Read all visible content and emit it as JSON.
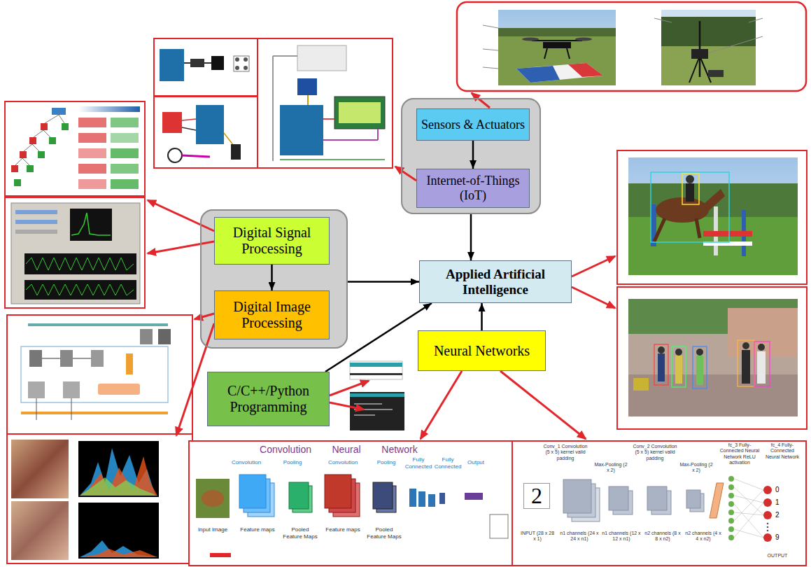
{
  "diagram": {
    "nodes": [
      {
        "text": []
      },
      {
        "text": [
          "Sensors & Actuators"
        ],
        "in": 0
      },
      {
        "text": [
          "Internet-of-Things (IoT)"
        ],
        "in": 0
      },
      {
        "text": []
      },
      {
        "text": [
          "Digital Signal Processing"
        ],
        "in": 3
      },
      {
        "text": [
          "Digital Image Processing"
        ],
        "in": 3
      },
      {
        "text": [
          "Applied Artificial Intelligence"
        ]
      },
      {
        "text": [
          "Neural Networks"
        ]
      },
      {
        "text": [
          "C/C++/Python Programming"
        ]
      }
    ],
    "edges": [
      {
        "from": 1,
        "to": 2,
        "arrow": "to"
      },
      {
        "from": 0,
        "to": 6,
        "arrow": "to"
      },
      {
        "from": 4,
        "to": 5,
        "arrow": "to"
      },
      {
        "from": 3,
        "to": 6,
        "arrow": "to"
      },
      {
        "from": 8,
        "to": 6,
        "arrow": "to"
      },
      {
        "from": 7,
        "to": 6,
        "arrow": "to"
      }
    ],
    "labels": [
      "Convolution",
      "Neural",
      "Network",
      "Convolution",
      "Pooling",
      "Convolution",
      "Pooling",
      "Fully Connected",
      "Fully Connected",
      "Output",
      "Input Image",
      "Feature maps",
      "Pooled Feature Maps",
      "Feature maps",
      "Pooled Feature Maps",
      "Conv_1 Convolution (5 x 5) kernel valid padding",
      "Max-Pooling (2 x 2)",
      "Conv_2 Convolution (5 x 5) kernel valid padding",
      "Max-Pooling (2 x 2)",
      "fc_3 Fully-Connected Neural Network ReLU activation",
      "fc_4 Fully-Connected Neural Network",
      "2",
      "0",
      "1",
      "2",
      "9",
      "INPUT (28 x 28 x 1)",
      "n1 channels (24 x 24 x n1)",
      "n1 channels (12 x 12 x n1)",
      "n2 channels (8 x 8 x n2)",
      "n2 channels (4 x 4 x n2)",
      "OUTPUT"
    ]
  }
}
